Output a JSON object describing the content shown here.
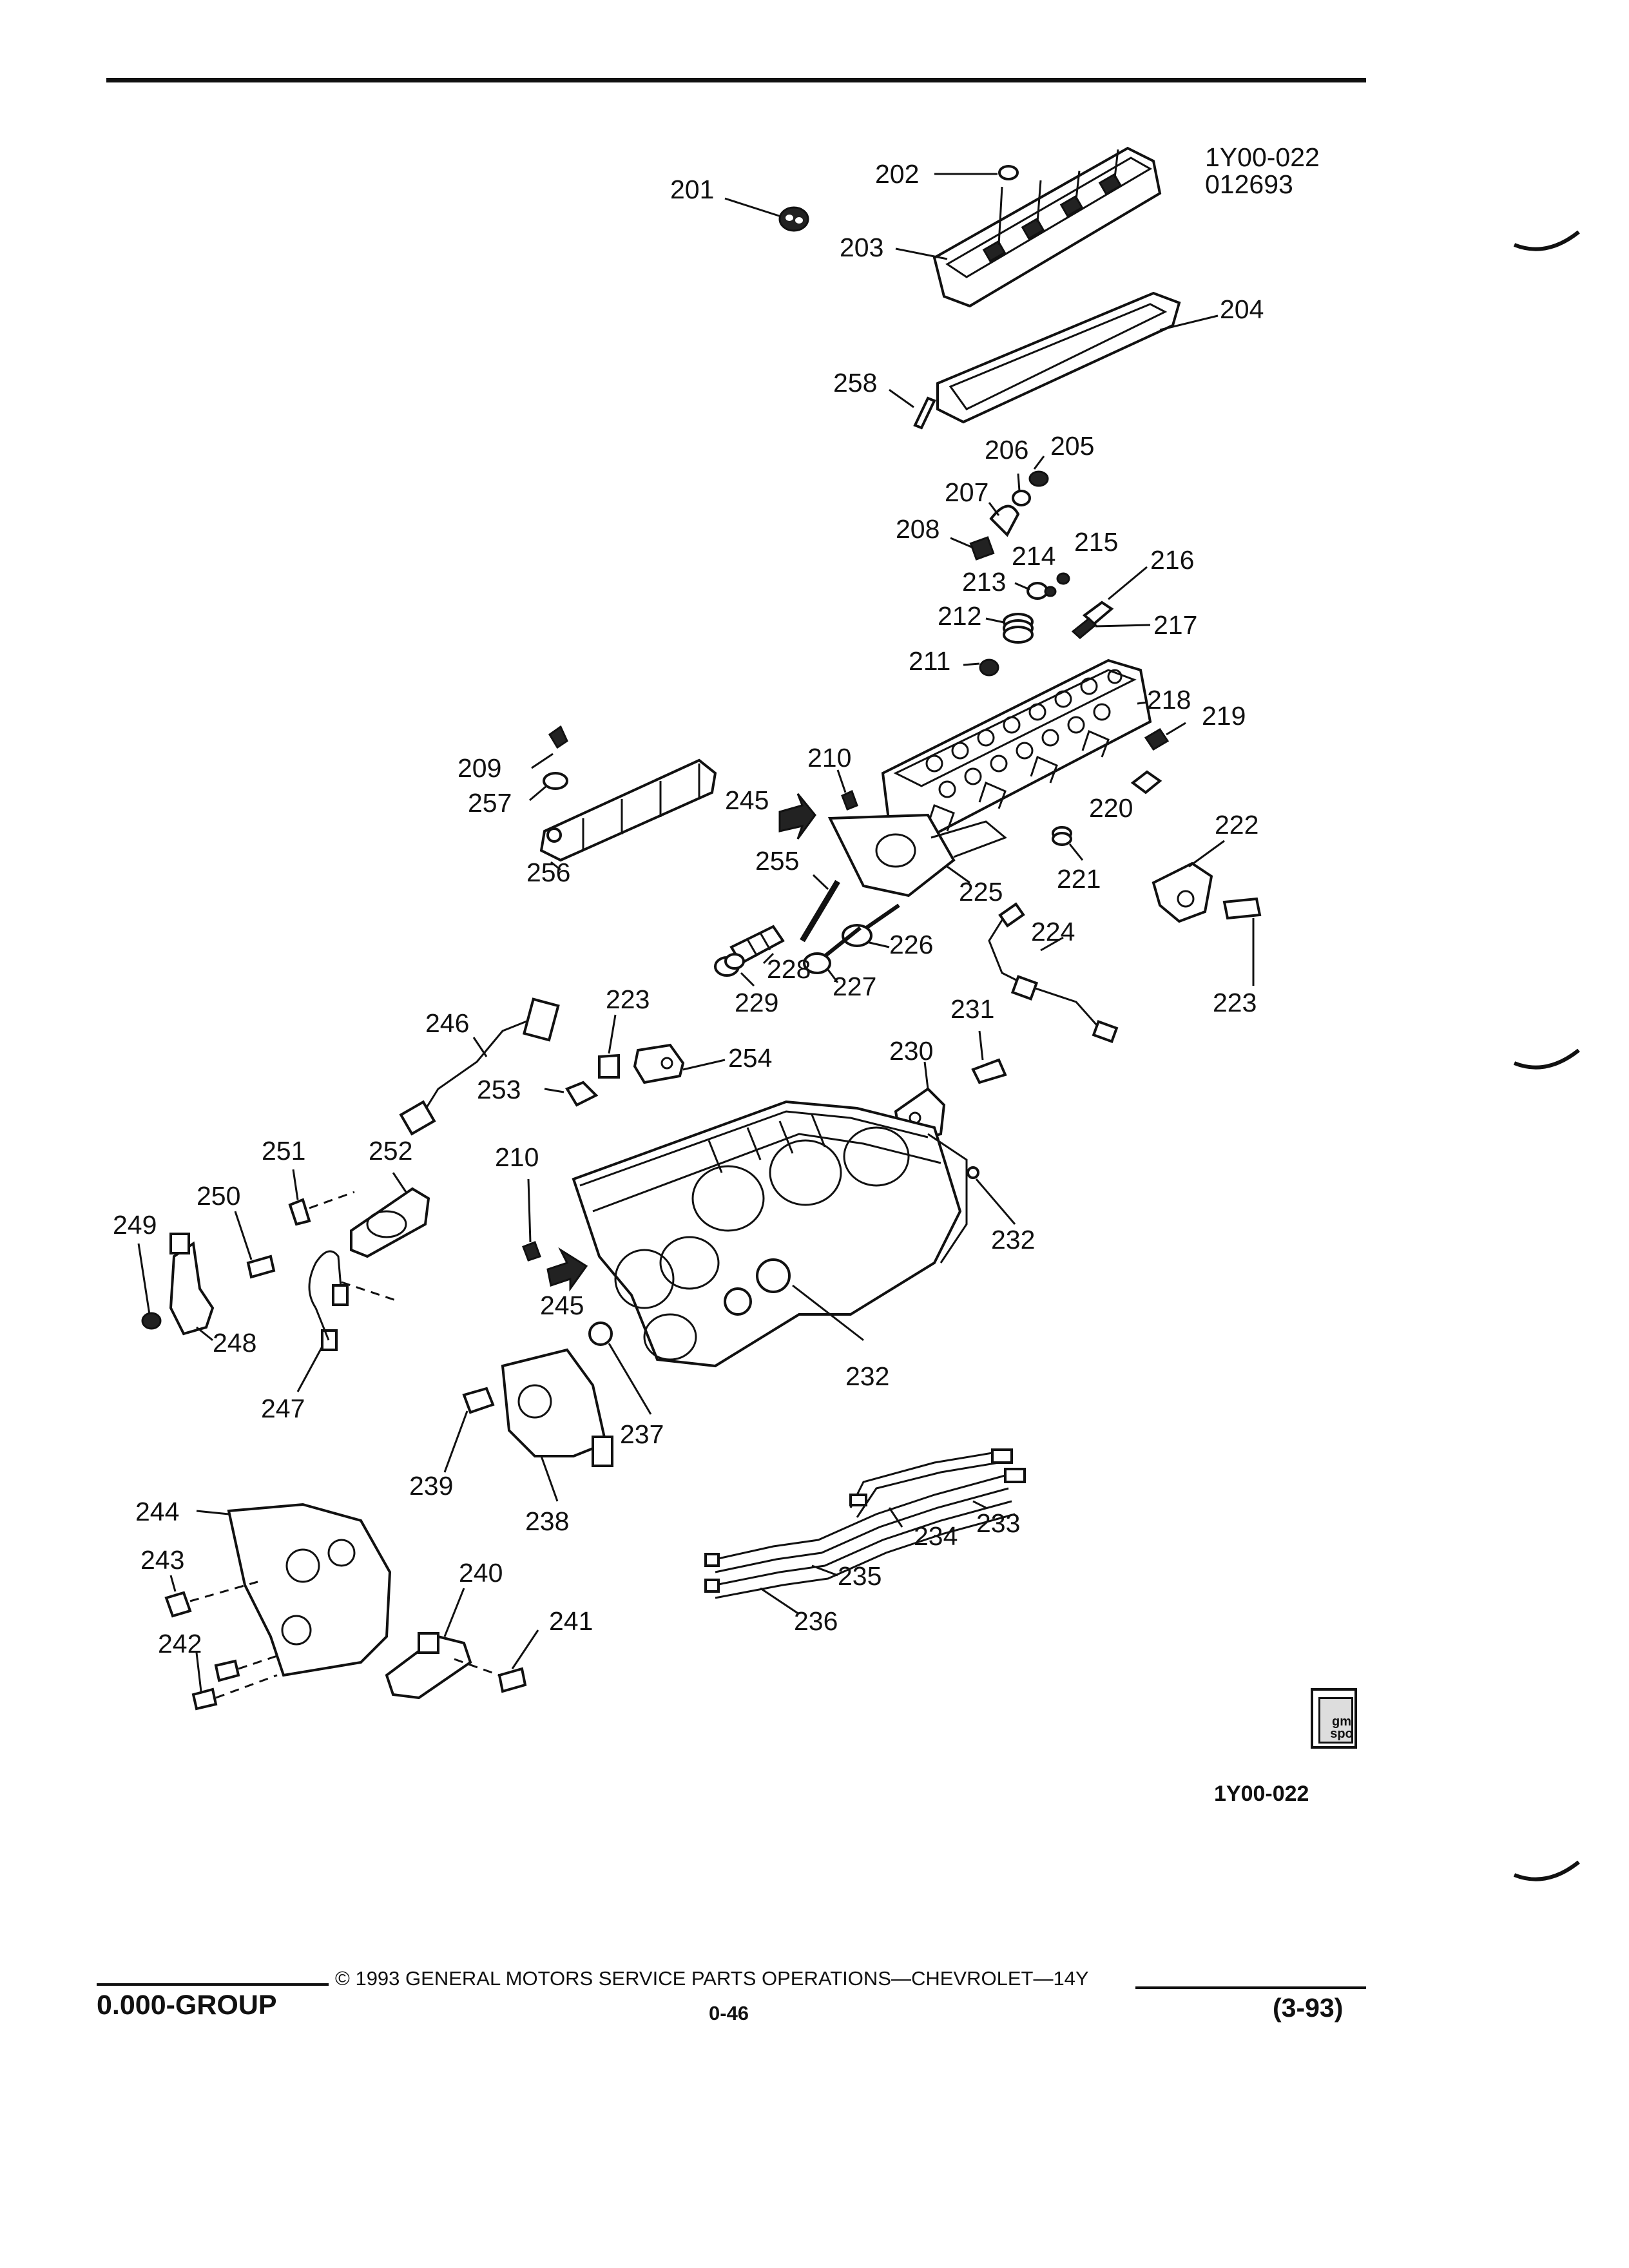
{
  "figure": {
    "ref_code": "1Y00-022",
    "ref_date": "012693",
    "bottom_ref": "1Y00-022"
  },
  "callouts": {
    "c201": "201",
    "c202": "202",
    "c203": "203",
    "c204": "204",
    "c205": "205",
    "c206": "206",
    "c207": "207",
    "c208": "208",
    "c209": "209",
    "c210a": "210",
    "c210b": "210",
    "c211": "211",
    "c212": "212",
    "c213": "213",
    "c214": "214",
    "c215": "215",
    "c216": "216",
    "c217": "217",
    "c218": "218",
    "c219": "219",
    "c220": "220",
    "c221": "221",
    "c222": "222",
    "c223a": "223",
    "c223b": "223",
    "c224": "224",
    "c225": "225",
    "c226": "226",
    "c227": "227",
    "c228": "228",
    "c229": "229",
    "c230": "230",
    "c231": "231",
    "c232a": "232",
    "c232b": "232",
    "c233": "233",
    "c234": "234",
    "c235": "235",
    "c236": "236",
    "c237": "237",
    "c238": "238",
    "c239": "239",
    "c240": "240",
    "c241": "241",
    "c242": "242",
    "c243": "243",
    "c244": "244",
    "c245a": "245",
    "c245b": "245",
    "c246": "246",
    "c247": "247",
    "c248": "248",
    "c249": "249",
    "c250": "250",
    "c251": "251",
    "c252": "252",
    "c253": "253",
    "c254": "254",
    "c255": "255",
    "c256": "256",
    "c257": "257",
    "c258": "258"
  },
  "footer": {
    "copyright": "© 1993 GENERAL MOTORS SERVICE PARTS OPERATIONS—CHEVROLET—14Y",
    "group": "0.000-GROUP",
    "page": "0-46",
    "date_code": "(3-93)"
  },
  "logo": {
    "text_line1": "gm",
    "text_line2": "spo"
  },
  "icons": {
    "gm_spo_logo": "gm-spo-logo",
    "direction_arrow": "solid-arrow-icon"
  }
}
